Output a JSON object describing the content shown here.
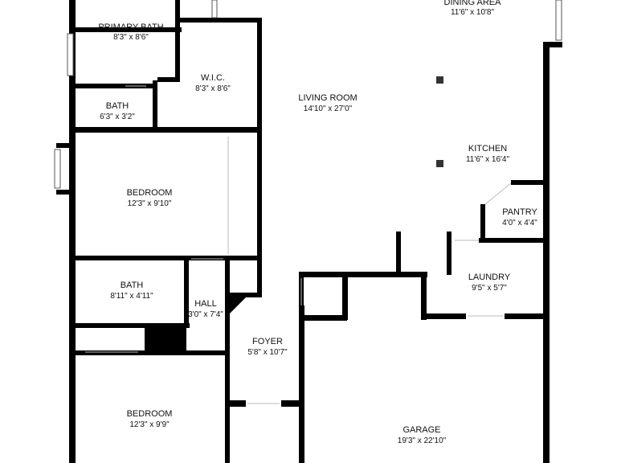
{
  "colors": {
    "wall": "#000000",
    "background": "#ffffff",
    "text": "#111111"
  },
  "rooms": {
    "dining": {
      "name": "DINING AREA",
      "dims": "11'6\" x 10'8\""
    },
    "primary_bath": {
      "name": "PRIMARY BATH",
      "dims": "8'3\" x 8'6\""
    },
    "wic": {
      "name": "W.I.C.",
      "dims": "8'3\" x 8'6\""
    },
    "bath1": {
      "name": "BATH",
      "dims": "6'3\" x 3'2\""
    },
    "living": {
      "name": "LIVING ROOM",
      "dims": "14'10\" x 27'0\""
    },
    "kitchen": {
      "name": "KITCHEN",
      "dims": "11'6\" x 16'4\""
    },
    "bedroom1": {
      "name": "BEDROOM",
      "dims": "12'3\" x 9'10\""
    },
    "pantry": {
      "name": "PANTRY",
      "dims": "4'0\" x 4'4\""
    },
    "laundry": {
      "name": "LAUNDRY",
      "dims": "9'5\" x 5'7\""
    },
    "bath2": {
      "name": "BATH",
      "dims": "8'11\" x 4'11\""
    },
    "hall": {
      "name": "HALL",
      "dims": "3'0\" x 7'4\""
    },
    "foyer": {
      "name": "FOYER",
      "dims": "5'8\" x 10'7\""
    },
    "bedroom2": {
      "name": "BEDROOM",
      "dims": "12'3\" x 9'9\""
    },
    "garage": {
      "name": "GARAGE",
      "dims": "19'3\" x 22'10\""
    }
  }
}
